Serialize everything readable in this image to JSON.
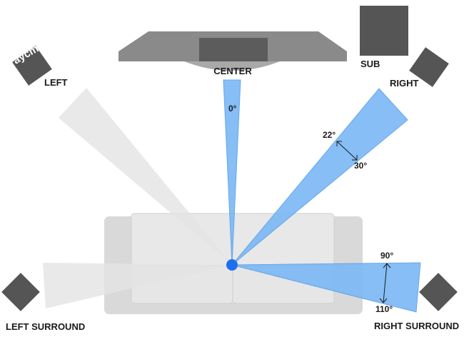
{
  "watermark": "aycm",
  "colors": {
    "beam_active": "#7ab8f5",
    "beam_active_stroke": "#5a9fe8",
    "beam_inactive": "#e4e4e4",
    "beam_inactive_stroke": "#d6d6d6",
    "speaker": "#555555",
    "tv_body": "#8a8a8a",
    "tv_screen": "#5c5c5c",
    "sofa_frame": "#d9d9d9",
    "sofa_cushion": "#e8e8e8",
    "listener": "#1e6ef0"
  },
  "speakers": {
    "center": "CENTER",
    "left": "LEFT",
    "right": "RIGHT",
    "sub": "SUB",
    "left_surround": "LEFT SURROUND",
    "right_surround": "RIGHT SURROUND"
  },
  "angles": {
    "center": "0°",
    "front_min": "22°",
    "front_max": "30°",
    "surround_min": "90°",
    "surround_max": "110°"
  }
}
